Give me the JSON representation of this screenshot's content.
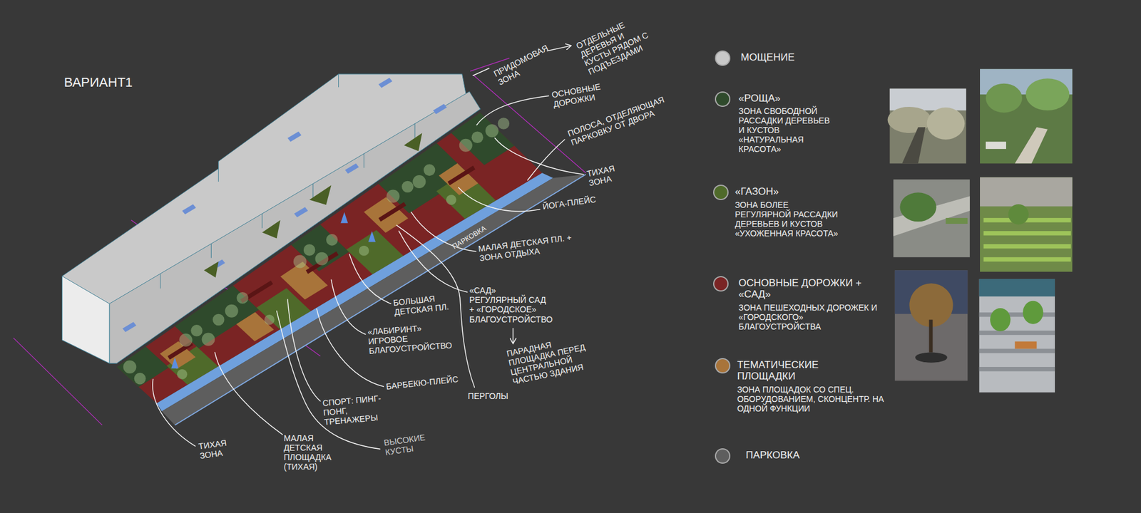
{
  "diagram": {
    "title": "ВАРИАНТ1",
    "labels": [
      "ПРИДОМОВАЯ ЗОНА",
      "ОТДЕЛЬНЫЕ ДЕРЕВЬЯ И КУСТЫ РЯДОМ С ПОДЪЕЗДАМИ",
      "ОСНОВНЫЕ ДОРОЖКИ",
      "ПОЛОСА, ОТДЕЛЯЮЩАЯ ПАРКОВКУ ОТ ДВОРА",
      "ТИХАЯ ЗОНА",
      "ЙОГА-ПЛЕЙС",
      "ПАРКОВКА",
      "МАЛАЯ ДЕТСКАЯ ПЛ. + ЗОНА ОТДЫХА",
      "«САД» РЕГУЛЯРНЫЙ САД + «ГОРОДСКОЕ» БЛАГОУСТРОЙСТВО",
      "ПАРАДНАЯ ПЛОЩАДКА ПЕРЕД ЦЕНТРАЛЬНОЙ ЧАСТЬЮ ЗДАНИЯ",
      "БОЛЬШАЯ ДЕТСКАЯ ПЛ.",
      "«ЛАБИРИНТ» ИГРОВОЕ БЛАГОУСТРОЙСТВО",
      "БАРБЕКЮ-ПЛЕЙС",
      "ПЕРГОЛЫ",
      "СПОРТ: ПИНГ-ПОНГ, ТРЕНАЖЕРЫ",
      "ВЫСОКИЕ КУСТЫ",
      "МАЛАЯ ДЕТСКАЯ ПЛОЩАДКА (ТИХАЯ)",
      "ТИХАЯ ЗОНА",
      "ЗОНА СВОБОДНОЙ РАССАДКИ ДЕРЕВЬЕВ И КУСТОВ «НАТУРАЛЬНАЯ КРАСОТА»",
      "ЗОНА БОЛЕЕ РЕГУЛЯРНОЙ РАССАДКИ ДЕРЕВЬЕВ И КУСТОВ «УХОЖЕННАЯ КРАСОТА»",
      "ЗОНА ПЕШЕХОДНЫХ ДОРОЖЕК И «ГОРОДСКОГО» БЛАГОУСТРОЙСТВА",
      "ЗОНА ПЛОЩАДОК СО СПЕЦ. ОБОРУДОВАНИЕМ, СКОНЦЕНТР. НА ОДНОЙ ФУНКЦИИ"
    ],
    "legend": [
      {
        "text": "МОЩЕНИЕ",
        "color": "#c8c8c8"
      },
      {
        "text": "«РОЩА»",
        "color": "#2f4a2c"
      },
      {
        "text": "«ГАЗОН»",
        "color": "#4f6a2a"
      },
      {
        "text": "ОСНОВНЫЕ ДОРОЖКИ + «САД»",
        "color": "#7a2424"
      },
      {
        "text": "ТЕМАТИЧЕСКИЕ ПЛОЩАДКИ",
        "color": "#a8743a"
      },
      {
        "text": "ПАРКОВКА",
        "color": "#5e5e5e"
      }
    ]
  }
}
